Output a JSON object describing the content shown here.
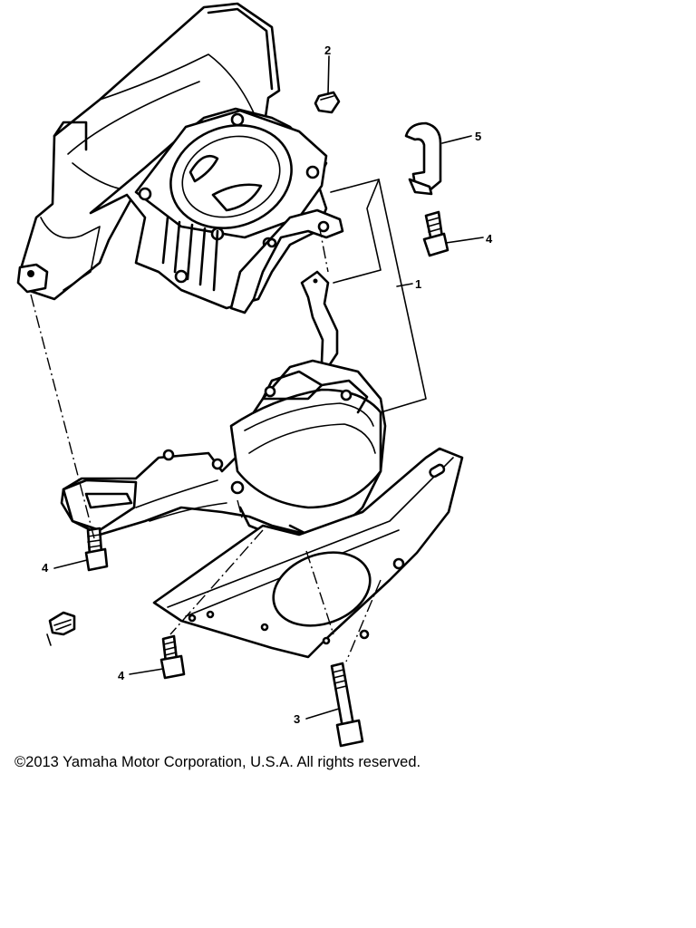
{
  "callouts": {
    "c1": "1",
    "c2": "2",
    "c3": "3",
    "c4a": "4",
    "c4b": "4",
    "c4c": "4",
    "c5": "5"
  },
  "footer": {
    "copyright": "©2013 Yamaha Motor Corporation, U.S.A. All rights reserved."
  }
}
